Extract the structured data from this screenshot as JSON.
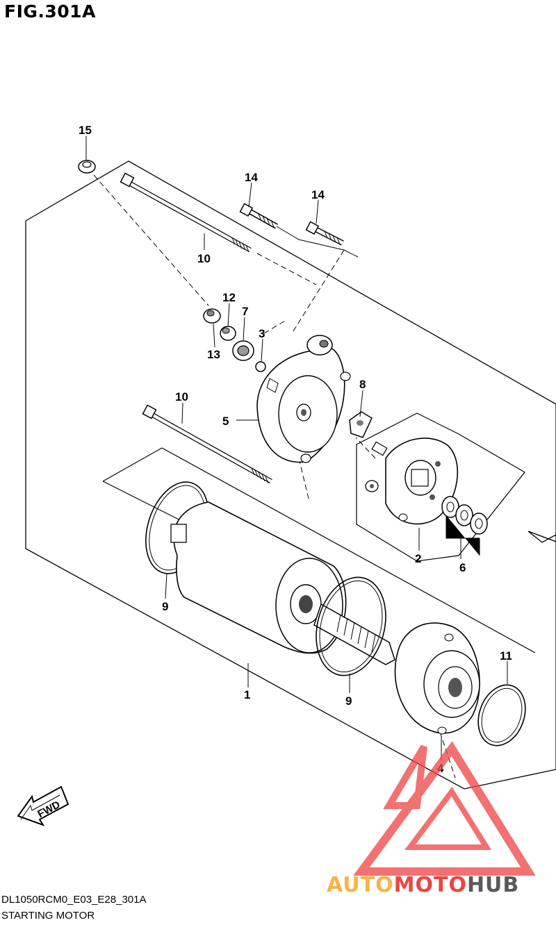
{
  "figure": {
    "title": "FIG.301A",
    "code": "DL1050RCM0_E03_E28_301A",
    "name": "STARTING MOTOR"
  },
  "callouts": [
    {
      "id": "c15",
      "label": "15"
    },
    {
      "id": "c14a",
      "label": "14"
    },
    {
      "id": "c14b",
      "label": "14"
    },
    {
      "id": "c10a",
      "label": "10"
    },
    {
      "id": "c12",
      "label": "12"
    },
    {
      "id": "c7",
      "label": "7"
    },
    {
      "id": "c3",
      "label": "3"
    },
    {
      "id": "c13",
      "label": "13"
    },
    {
      "id": "c8",
      "label": "8"
    },
    {
      "id": "c5",
      "label": "5"
    },
    {
      "id": "c10b",
      "label": "10"
    },
    {
      "id": "c2",
      "label": "2"
    },
    {
      "id": "c6",
      "label": "6"
    },
    {
      "id": "c9a",
      "label": "9"
    },
    {
      "id": "c9b",
      "label": "9"
    },
    {
      "id": "c1",
      "label": "1"
    },
    {
      "id": "c11",
      "label": "11"
    },
    {
      "id": "c4",
      "label": "4"
    }
  ],
  "badge": {
    "label": "FWD"
  },
  "watermark": {
    "part1": "AUTO",
    "part2": "MOTO",
    "part3": "HUB",
    "color1": "#f7b24a",
    "color2": "#ee4444",
    "color3": "#5a5a5a"
  }
}
